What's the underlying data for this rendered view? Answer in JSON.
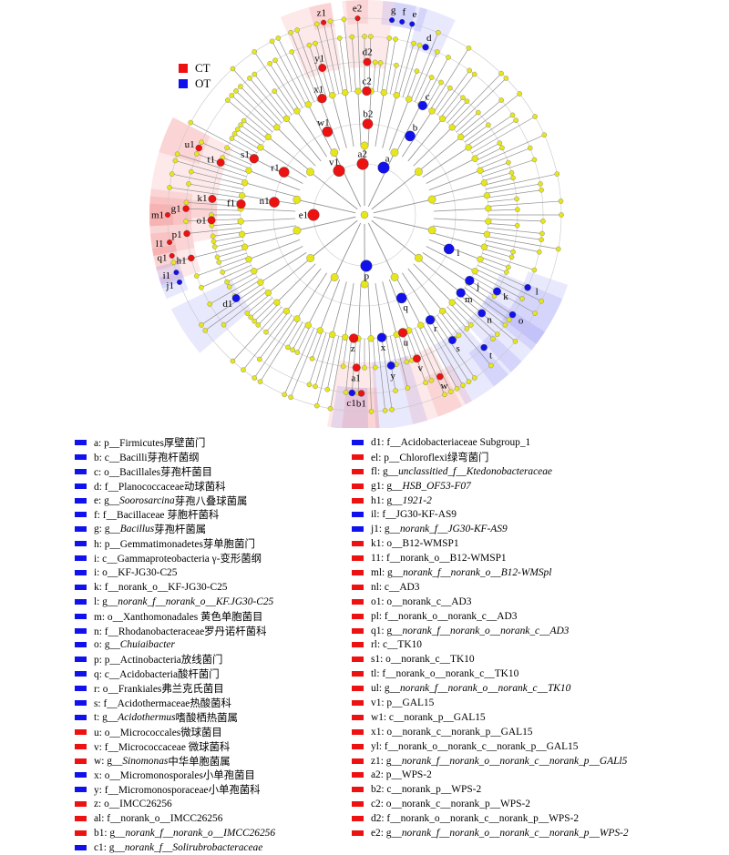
{
  "colors": {
    "CT": "#ee1111",
    "OT": "#1111ee",
    "node": "#e6e619",
    "edge": "#909090"
  },
  "groups": [
    {
      "key": "CT",
      "label": "CT",
      "color": "#ee1111"
    },
    {
      "key": "OT",
      "label": "OT",
      "color": "#1111ee"
    }
  ],
  "clades": [
    {
      "id": "a",
      "group": "OT",
      "level": 1,
      "angle": 22
    },
    {
      "id": "p",
      "group": "OT",
      "level": 1,
      "angle": 178
    },
    {
      "id": "e1",
      "group": "CT",
      "level": 1,
      "angle": 270
    },
    {
      "id": "v1",
      "group": "CT",
      "level": 1,
      "angle": 330
    },
    {
      "id": "a2",
      "group": "CT",
      "level": 1,
      "angle": 358
    },
    {
      "id": "b",
      "group": "OT",
      "level": 2,
      "angle": 30
    },
    {
      "id": "i",
      "group": "OT",
      "level": 2,
      "angle": 112
    },
    {
      "id": "q",
      "group": "OT",
      "level": 2,
      "angle": 156
    },
    {
      "id": "r1",
      "group": "CT",
      "level": 2,
      "angle": 298
    },
    {
      "id": "n1",
      "group": "CT",
      "level": 2,
      "angle": 278
    },
    {
      "id": "w1",
      "group": "CT",
      "level": 2,
      "angle": 336
    },
    {
      "id": "b2",
      "group": "CT",
      "level": 2,
      "angle": 2
    },
    {
      "id": "c",
      "group": "OT",
      "level": 3,
      "angle": 28
    },
    {
      "id": "j",
      "group": "OT",
      "level": 3,
      "angle": 122
    },
    {
      "id": "m",
      "group": "OT",
      "level": 3,
      "angle": 129
    },
    {
      "id": "r",
      "group": "OT",
      "level": 3,
      "angle": 148
    },
    {
      "id": "u",
      "group": "CT",
      "level": 3,
      "angle": 162
    },
    {
      "id": "x",
      "group": "OT",
      "level": 3,
      "angle": 172
    },
    {
      "id": "z",
      "group": "CT",
      "level": 3,
      "angle": 185
    },
    {
      "id": "s1",
      "group": "CT",
      "level": 3,
      "angle": 297
    },
    {
      "id": "x1",
      "group": "CT",
      "level": 3,
      "angle": 340
    },
    {
      "id": "c2",
      "group": "CT",
      "level": 3,
      "angle": 1
    },
    {
      "id": "f1",
      "group": "CT",
      "level": 3,
      "angle": 275
    },
    {
      "id": "k",
      "group": "OT",
      "level": 4,
      "angle": 120
    },
    {
      "id": "n",
      "group": "OT",
      "level": 4,
      "angle": 130
    },
    {
      "id": "s",
      "group": "OT",
      "level": 4,
      "angle": 145
    },
    {
      "id": "v",
      "group": "CT",
      "level": 4,
      "angle": 160
    },
    {
      "id": "y",
      "group": "OT",
      "level": 4,
      "angle": 170
    },
    {
      "id": "a1",
      "group": "CT",
      "level": 4,
      "angle": 183
    },
    {
      "id": "d1",
      "group": "OT",
      "level": 4,
      "angle": 237
    },
    {
      "id": "t1",
      "group": "CT",
      "level": 4,
      "angle": 290
    },
    {
      "id": "o1",
      "group": "CT",
      "level": 4,
      "angle": 268
    },
    {
      "id": "k1",
      "group": "CT",
      "level": 4,
      "angle": 276
    },
    {
      "id": "y1",
      "group": "CT",
      "level": 4,
      "angle": 344
    },
    {
      "id": "d2",
      "group": "CT",
      "level": 4,
      "angle": 1
    },
    {
      "id": "d",
      "group": "OT",
      "level": 5,
      "angle": 20
    },
    {
      "id": "l",
      "group": "OT",
      "level": 5,
      "angle": 114
    },
    {
      "id": "o",
      "group": "OT",
      "level": 5,
      "angle": 124
    },
    {
      "id": "t",
      "group": "OT",
      "level": 5,
      "angle": 138
    },
    {
      "id": "w",
      "group": "CT",
      "level": 5,
      "angle": 155
    },
    {
      "id": "b1",
      "group": "CT",
      "level": 5,
      "angle": 181
    },
    {
      "id": "c1",
      "group": "OT",
      "level": 5,
      "angle": 184
    },
    {
      "id": "u1",
      "group": "CT",
      "level": 5,
      "angle": 292
    },
    {
      "id": "p1",
      "group": "CT",
      "level": 5,
      "angle": 264
    },
    {
      "id": "g1",
      "group": "CT",
      "level": 5,
      "angle": 272
    },
    {
      "id": "h1",
      "group": "CT",
      "level": 5,
      "angle": 256
    },
    {
      "id": "e",
      "group": "OT",
      "level": 6,
      "angle": 14
    },
    {
      "id": "f",
      "group": "OT",
      "level": 6,
      "angle": 11
    },
    {
      "id": "g",
      "group": "OT",
      "level": 6,
      "angle": 8
    },
    {
      "id": "m1",
      "group": "CT",
      "level": 6,
      "angle": 270
    },
    {
      "id": "l1",
      "group": "CT",
      "level": 6,
      "angle": 262
    },
    {
      "id": "q1",
      "group": "CT",
      "level": 6,
      "angle": 258
    },
    {
      "id": "i1",
      "group": "OT",
      "level": 6,
      "angle": 253
    },
    {
      "id": "j1",
      "group": "OT",
      "level": 6,
      "angle": 250
    },
    {
      "id": "z1",
      "group": "CT",
      "level": 6,
      "angle": 348
    },
    {
      "id": "e2",
      "group": "CT",
      "level": 6,
      "angle": 358
    }
  ],
  "legend_left": [
    {
      "group": "OT",
      "parts": [
        {
          "t": "a: p__Firmicutes厚壁菌门",
          "i": false
        }
      ]
    },
    {
      "group": "OT",
      "parts": [
        {
          "t": "b: c__Bacilli芽孢杆菌纲",
          "i": false
        }
      ]
    },
    {
      "group": "OT",
      "parts": [
        {
          "t": "c: o__Bacillales芽孢杆菌目",
          "i": false
        }
      ]
    },
    {
      "group": "OT",
      "parts": [
        {
          "t": "d: f__Planococcaceae动球菌科",
          "i": false
        }
      ]
    },
    {
      "group": "OT",
      "parts": [
        {
          "t": "e: g__",
          "i": false
        },
        {
          "t": "Soorosarcina",
          "i": true
        },
        {
          "t": " 芽孢八叠球菌属",
          "i": false
        }
      ]
    },
    {
      "group": "OT",
      "parts": [
        {
          "t": "f: f__Bacillaceae 芽胞杆菌科",
          "i": false
        }
      ]
    },
    {
      "group": "OT",
      "parts": [
        {
          "t": "g: g__",
          "i": false
        },
        {
          "t": "Bacillus",
          "i": true
        },
        {
          "t": "芽孢杆菌属",
          "i": false
        }
      ]
    },
    {
      "group": "OT",
      "parts": [
        {
          "t": "h: p__Gemmatimonadetes芽单胞菌门",
          "i": false
        }
      ]
    },
    {
      "group": "OT",
      "parts": [
        {
          "t": "i: c__Gammaproteobacteria γ-变形菌纲",
          "i": false
        }
      ]
    },
    {
      "group": "OT",
      "parts": [
        {
          "t": "i: o__KF-JG30-C25",
          "i": false
        }
      ]
    },
    {
      "group": "OT",
      "parts": [
        {
          "t": "k: f__norank_o__KF-JG30-C25",
          "i": false
        }
      ]
    },
    {
      "group": "OT",
      "parts": [
        {
          "t": "l: g__",
          "i": false
        },
        {
          "t": "norank_f__norank_o__KF.JG30-C25",
          "i": true
        }
      ]
    },
    {
      "group": "OT",
      "parts": [
        {
          "t": "m: o__Xanthomonadales 黄色单胞菌目",
          "i": false
        }
      ]
    },
    {
      "group": "OT",
      "parts": [
        {
          "t": "n: f__Rhodanobacteraceae罗丹诺杆菌科",
          "i": false
        }
      ]
    },
    {
      "group": "OT",
      "parts": [
        {
          "t": "o: g__",
          "i": false
        },
        {
          "t": "Chuiaibacter",
          "i": true
        }
      ]
    },
    {
      "group": "OT",
      "parts": [
        {
          "t": "p: p__Actinobacteria放线菌门",
          "i": false
        }
      ]
    },
    {
      "group": "OT",
      "parts": [
        {
          "t": "q: c__Acidobacteria酸杆菌门",
          "i": false
        }
      ]
    },
    {
      "group": "OT",
      "parts": [
        {
          "t": "r: o__Frankiales弗兰克氏菌目",
          "i": false
        }
      ]
    },
    {
      "group": "OT",
      "parts": [
        {
          "t": "s: f__Acidothermaceae热酸菌科",
          "i": false
        }
      ]
    },
    {
      "group": "OT",
      "parts": [
        {
          "t": "t: g__",
          "i": false
        },
        {
          "t": "Acidothermus",
          "i": true
        },
        {
          "t": "嗜酸栖热菌属",
          "i": false
        }
      ]
    },
    {
      "group": "CT",
      "parts": [
        {
          "t": "u: o__Micrococcales微球菌目",
          "i": false
        }
      ]
    },
    {
      "group": "CT",
      "parts": [
        {
          "t": "v: f__Micrococcaceae 微球菌科",
          "i": false
        }
      ]
    },
    {
      "group": "CT",
      "parts": [
        {
          "t": "w: g__",
          "i": false
        },
        {
          "t": "Sinomonas",
          "i": true
        },
        {
          "t": "中华单胞菌属",
          "i": false
        }
      ]
    },
    {
      "group": "OT",
      "parts": [
        {
          "t": "x: o__Micromonosporales小单孢菌目",
          "i": false
        }
      ]
    },
    {
      "group": "OT",
      "parts": [
        {
          "t": "y: f__Micromonosporaceae小单孢菌科",
          "i": false
        }
      ]
    },
    {
      "group": "CT",
      "parts": [
        {
          "t": "z: o__IMCC26256",
          "i": false
        }
      ]
    },
    {
      "group": "CT",
      "parts": [
        {
          "t": "al: f__norank_o__IMCC26256",
          "i": false
        }
      ]
    },
    {
      "group": "CT",
      "parts": [
        {
          "t": "b1: g__",
          "i": false
        },
        {
          "t": "norank_f__norank_o__IMCC26256",
          "i": true
        }
      ]
    },
    {
      "group": "OT",
      "parts": [
        {
          "t": "c1: g__",
          "i": false
        },
        {
          "t": "norank_f__Solirubrobacteraceae",
          "i": true
        }
      ]
    }
  ],
  "legend_right": [
    {
      "group": "OT",
      "parts": [
        {
          "t": "d1: f__Acidobacteriaceae Subgroup_1",
          "i": false
        }
      ]
    },
    {
      "group": "CT",
      "parts": [
        {
          "t": "el: p__Chloroflexi绿弯菌门",
          "i": false
        }
      ]
    },
    {
      "group": "CT",
      "parts": [
        {
          "t": "fl: g__",
          "i": false
        },
        {
          "t": "unclassitied_f__Ktedonobacteraceae",
          "i": true
        }
      ]
    },
    {
      "group": "CT",
      "parts": [
        {
          "t": "g1: g__",
          "i": false
        },
        {
          "t": "HSB_OF53-F07",
          "i": true
        }
      ]
    },
    {
      "group": "CT",
      "parts": [
        {
          "t": "h1: g__",
          "i": false
        },
        {
          "t": "1921-2",
          "i": true
        }
      ]
    },
    {
      "group": "OT",
      "parts": [
        {
          "t": "il: f__JG30-KF-AS9",
          "i": false
        }
      ]
    },
    {
      "group": "OT",
      "parts": [
        {
          "t": "j1: g__",
          "i": false
        },
        {
          "t": "norank_f__JG30-KF-AS9",
          "i": true
        }
      ]
    },
    {
      "group": "CT",
      "parts": [
        {
          "t": "k1: o__B12-WMSP1",
          "i": false
        }
      ]
    },
    {
      "group": "CT",
      "parts": [
        {
          "t": "11: f__norank_o__B12-WMSP1",
          "i": false
        }
      ]
    },
    {
      "group": "CT",
      "parts": [
        {
          "t": "ml: g__",
          "i": false
        },
        {
          "t": "norank_f__norank_o__B12-WMSpl",
          "i": true
        }
      ]
    },
    {
      "group": "CT",
      "parts": [
        {
          "t": "nl: c__AD3",
          "i": false
        }
      ]
    },
    {
      "group": "CT",
      "parts": [
        {
          "t": "o1: o__norank_c__AD3",
          "i": false
        }
      ]
    },
    {
      "group": "CT",
      "parts": [
        {
          "t": "pl: f__norank_o__norank_c__AD3",
          "i": false
        }
      ]
    },
    {
      "group": "CT",
      "parts": [
        {
          "t": "q1: g__",
          "i": false
        },
        {
          "t": "norank_f__norank_o__norank_c__AD3",
          "i": true
        }
      ]
    },
    {
      "group": "CT",
      "parts": [
        {
          "t": "rl: c__TK10",
          "i": false
        }
      ]
    },
    {
      "group": "CT",
      "parts": [
        {
          "t": "s1: o__norank_c__TK10",
          "i": false
        }
      ]
    },
    {
      "group": "CT",
      "parts": [
        {
          "t": "tl: f__norank_o__norank_c__TK10",
          "i": false
        }
      ]
    },
    {
      "group": "CT",
      "parts": [
        {
          "t": "ul: g__",
          "i": false
        },
        {
          "t": "norank_f__norank_o__norank_c__TK10",
          "i": true
        }
      ]
    },
    {
      "group": "CT",
      "parts": [
        {
          "t": "v1: p__GAL15",
          "i": false
        }
      ]
    },
    {
      "group": "CT",
      "parts": [
        {
          "t": "w1: c__norank_p__GAL15",
          "i": false
        }
      ]
    },
    {
      "group": "CT",
      "parts": [
        {
          "t": "x1: o__norank_c__norank_p__GAL15",
          "i": false
        }
      ]
    },
    {
      "group": "CT",
      "parts": [
        {
          "t": "yl: f__norank_o__norank_c__norank_p__GAL15",
          "i": false
        }
      ]
    },
    {
      "group": "CT",
      "parts": [
        {
          "t": "z1: g__",
          "i": false
        },
        {
          "t": "norank_f__norank_o__norank_c__norank_p__GALl5",
          "i": true
        }
      ]
    },
    {
      "group": "CT",
      "parts": [
        {
          "t": "a2: p__WPS-2",
          "i": false
        }
      ]
    },
    {
      "group": "CT",
      "parts": [
        {
          "t": "b2: c__norank_p__WPS-2",
          "i": false
        }
      ]
    },
    {
      "group": "CT",
      "parts": [
        {
          "t": "c2: o__norank_c__norank_p__WPS-2",
          "i": false
        }
      ]
    },
    {
      "group": "CT",
      "parts": [
        {
          "t": "d2: f__norank_o__norank_c__norank_p__WPS-2",
          "i": false
        }
      ]
    },
    {
      "group": "CT",
      "parts": [
        {
          "t": "e2: g__",
          "i": false
        },
        {
          "t": "norank_f__norank_o__norank_c__norank_p__WPS-2",
          "i": true
        }
      ]
    }
  ]
}
